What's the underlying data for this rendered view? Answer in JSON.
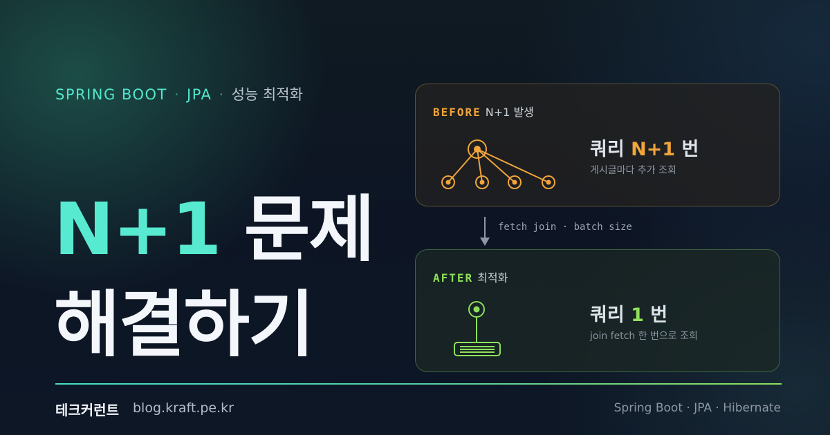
{
  "header": {
    "kicker_en_1": "SPRING BOOT",
    "kicker_sep": "·",
    "kicker_en_2": "JPA",
    "kicker_ko": "성능 최적화"
  },
  "title": {
    "accent": "N+1",
    "line1_rest": " 문제",
    "line2": "해결하기"
  },
  "before_card": {
    "tag": "BEFORE",
    "subtitle": "N+1 발생",
    "query_prefix": "쿼리 ",
    "query_count": "N+1",
    "query_suffix": " 번",
    "description": "게시글마다 추가 조회",
    "icon": "tree-graph-icon",
    "accent_color": "#f1a53a"
  },
  "transition": {
    "label": "fetch join · batch size",
    "icon": "arrow-down-icon"
  },
  "after_card": {
    "tag": "AFTER",
    "subtitle": "최적화",
    "query_prefix": "쿼리 ",
    "query_count": "1",
    "query_suffix": " 번",
    "description": "join fetch 한 번으로 조회",
    "icon": "single-query-icon",
    "accent_color": "#8ee05a"
  },
  "footer": {
    "brand": "테크커런트",
    "domain": "blog.kraft.pe.kr",
    "tags": "Spring Boot · JPA · Hibernate"
  }
}
